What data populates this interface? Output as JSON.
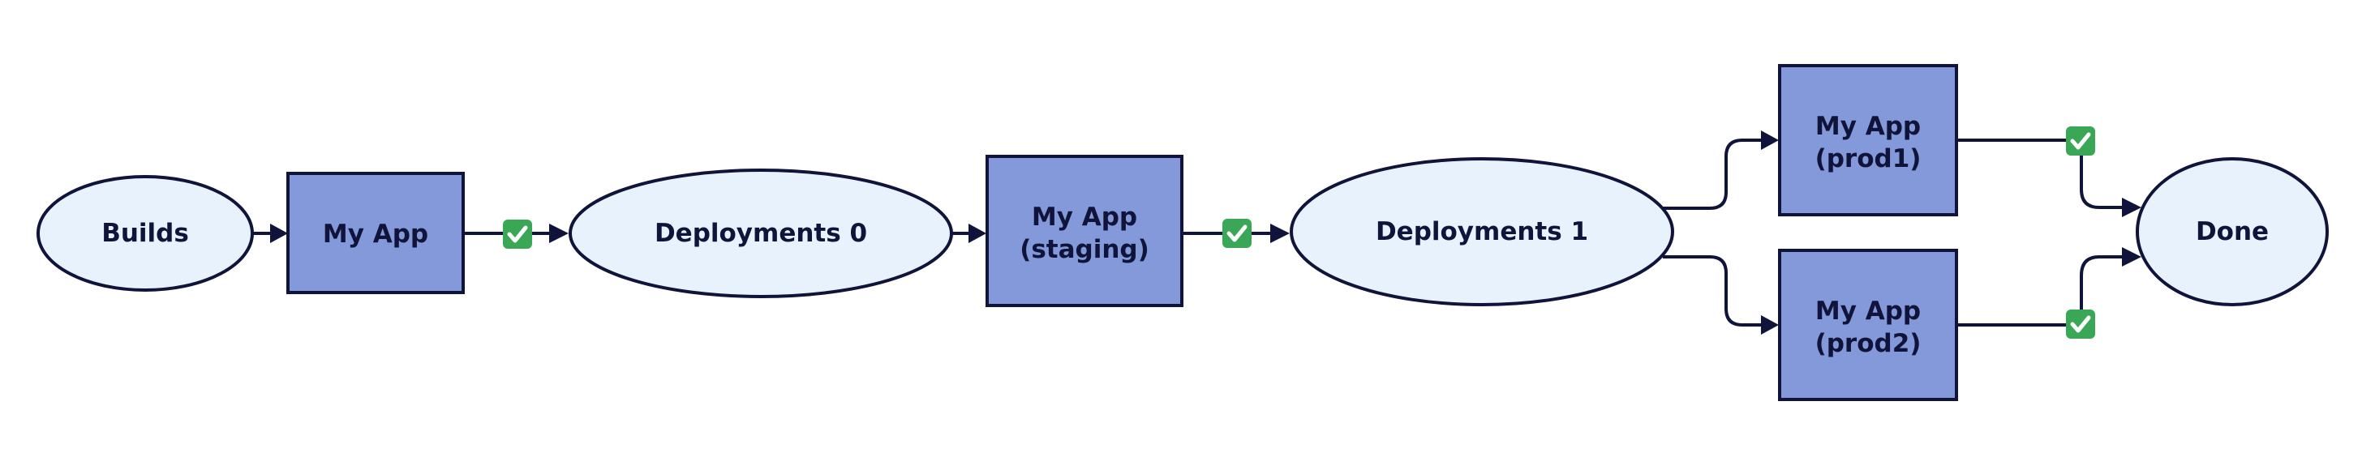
{
  "colors": {
    "stroke": "#10143a",
    "ellipse_fill": "#e8f2fc",
    "box_fill": "#8399d9",
    "check_fill": "#3aa757",
    "background": "#ffffff"
  },
  "nodes": {
    "builds": {
      "label": "Builds"
    },
    "my_app": {
      "label": "My App"
    },
    "deployments_0": {
      "label": "Deployments 0"
    },
    "my_app_staging": {
      "line1": "My App",
      "line2": "(staging)"
    },
    "deployments_1": {
      "label": "Deployments 1"
    },
    "my_app_prod1": {
      "line1": "My App",
      "line2": "(prod1)"
    },
    "my_app_prod2": {
      "line1": "My App",
      "line2": "(prod2)"
    },
    "done": {
      "label": "Done"
    }
  },
  "edges": [
    {
      "from": "builds",
      "to": "my_app",
      "status_icon": ""
    },
    {
      "from": "my_app",
      "to": "deployments_0",
      "status_icon": "check-mark-icon"
    },
    {
      "from": "deployments_0",
      "to": "my_app_staging",
      "status_icon": ""
    },
    {
      "from": "my_app_staging",
      "to": "deployments_1",
      "status_icon": "check-mark-icon"
    },
    {
      "from": "deployments_1",
      "to": "my_app_prod1",
      "status_icon": ""
    },
    {
      "from": "deployments_1",
      "to": "my_app_prod2",
      "status_icon": ""
    },
    {
      "from": "my_app_prod1",
      "to": "done",
      "status_icon": "check-mark-icon"
    },
    {
      "from": "my_app_prod2",
      "to": "done",
      "status_icon": "check-mark-icon"
    }
  ]
}
